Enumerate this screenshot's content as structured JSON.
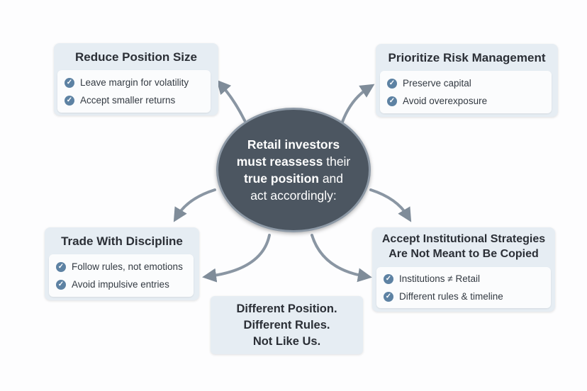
{
  "center": {
    "bold1": "Retail investors",
    "bold2": "must reassess",
    "normal2": " their",
    "bold3": "true position",
    "normal3": " and",
    "line4": "act accordingly:"
  },
  "cards": [
    {
      "title": "Reduce Position Size",
      "items": [
        "Leave margin for volatility",
        "Accept smaller returns"
      ]
    },
    {
      "title": "Prioritize Risk Management",
      "items": [
        "Preserve capital",
        "Avoid overexposure"
      ]
    },
    {
      "title": "Trade With Discipline",
      "items": [
        "Follow rules, not emotions",
        "Avoid impulsive entries"
      ]
    },
    {
      "title_line1": "Accept Institutional Strategies",
      "title_line2": "Are Not Meant to Be Copied",
      "items": [
        "Institutions ≠ Retail",
        "Different rules & timeline"
      ]
    }
  ],
  "bottom": {
    "lines": [
      "Different Position.",
      "Different Rules.",
      "Not Like Us."
    ]
  },
  "colors": {
    "check": "#5d82a3",
    "ellipse": "#4c5661",
    "card": "#e6edf3",
    "arrow": "#7f8c99"
  }
}
